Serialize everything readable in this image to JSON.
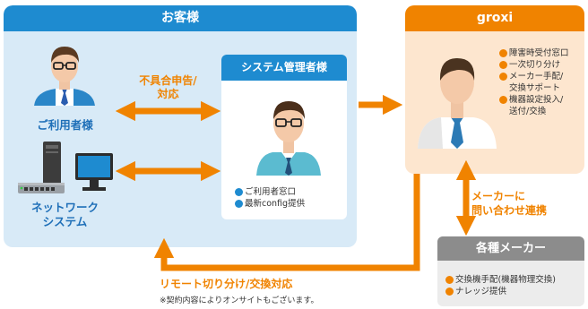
{
  "customer": {
    "header": "お客様",
    "user_label": "ご利用者様",
    "network_label_line1": "ネットワーク",
    "network_label_line2": "システム",
    "issue_label_line1": "不具合申告/",
    "issue_label_line2": "対応"
  },
  "sysadmin": {
    "header": "システム管理者様",
    "bullets": [
      "ご利用者窓口",
      "最新config提供"
    ]
  },
  "groxi": {
    "header": "groxi",
    "bullets": [
      "障害時受付窓口",
      "一次切り分け",
      "メーカー手配/",
      "交換サポート",
      "機器設定投入/",
      "送付/交換"
    ],
    "bullet_dots": [
      true,
      true,
      true,
      false,
      true,
      false
    ]
  },
  "maker_link": {
    "line1": "メーカーに",
    "line2": "問い合わせ連携"
  },
  "makers": {
    "header": "各種メーカー",
    "bullets": [
      "交換機手配(機器物理交換)",
      "ナレッジ提供"
    ]
  },
  "remote": {
    "title": "リモート切り分け/交換対応",
    "note": "※契約内容によりオンサイトもございます。"
  },
  "colors": {
    "customer_blue": "#1e8bd0",
    "customer_panel": "#d8eaf7",
    "groxi_orange": "#f08300",
    "groxi_panel": "#fde6cf",
    "maker_gray": "#8c8c8c"
  }
}
